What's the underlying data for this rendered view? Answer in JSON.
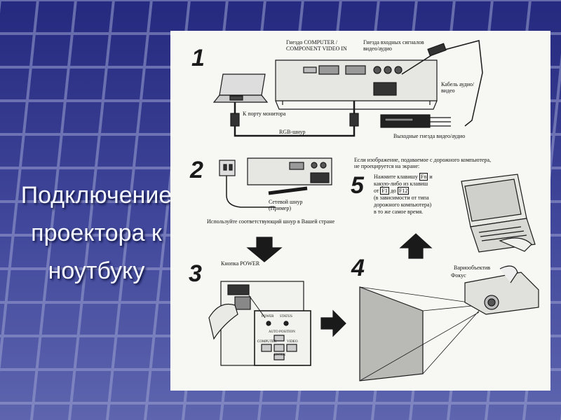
{
  "slide": {
    "title_lines": [
      "Подключение",
      "проектора к",
      "ноутбуку"
    ],
    "colors": {
      "bg_dark": "#14186a",
      "bg_light": "#6a73c0",
      "title": "#f4f6ff"
    }
  },
  "figure": {
    "steps": [
      "1",
      "2",
      "3",
      "4",
      "5"
    ],
    "step1": {
      "computer_jack_1": "Гнездо COMPUTER /",
      "computer_jack_2": "COMPONENT VIDEO IN",
      "av_input_1": "Гнезда входных сигналов",
      "av_input_2": "видео/аудио",
      "av_cable_1": "Кабель аудио/",
      "av_cable_2": "видео",
      "monitor_port": "К порту монитора",
      "rgb_cable": "RGB-шнур",
      "av_output": "Выходные гнезда видео/аудио"
    },
    "step2": {
      "power_cord_1": "Сетевой шнур",
      "power_cord_2": "(Пример)",
      "use_cord": "Используйте соответствующий шнур в Вашей стране"
    },
    "step3": {
      "power_button": "Кнопка POWER",
      "panel_labels": [
        "POWER",
        "STATUS",
        "AUTO POSITION",
        "COMPUTER",
        "VIDEO",
        "ENTER"
      ]
    },
    "step4": {
      "zoom_lens": "Вариообъектив",
      "focus": "Фокус"
    },
    "step5": {
      "note_1": "Если изображение, подаваемое с дорожного компьютера,",
      "note_2": "не проецируется на экране:",
      "line_1a": "Нажмите клавишу",
      "key_fn": "Fn",
      "line_1b": "и",
      "line_2": "какую-либо из клавиш",
      "line_3a": "от",
      "key_f1": "F1",
      "line_3b": "до",
      "key_f12": "F12",
      "line_4": "(в зависимости от типа",
      "line_5": "дорожного компьютера)",
      "line_6": "в то же самое время."
    }
  }
}
